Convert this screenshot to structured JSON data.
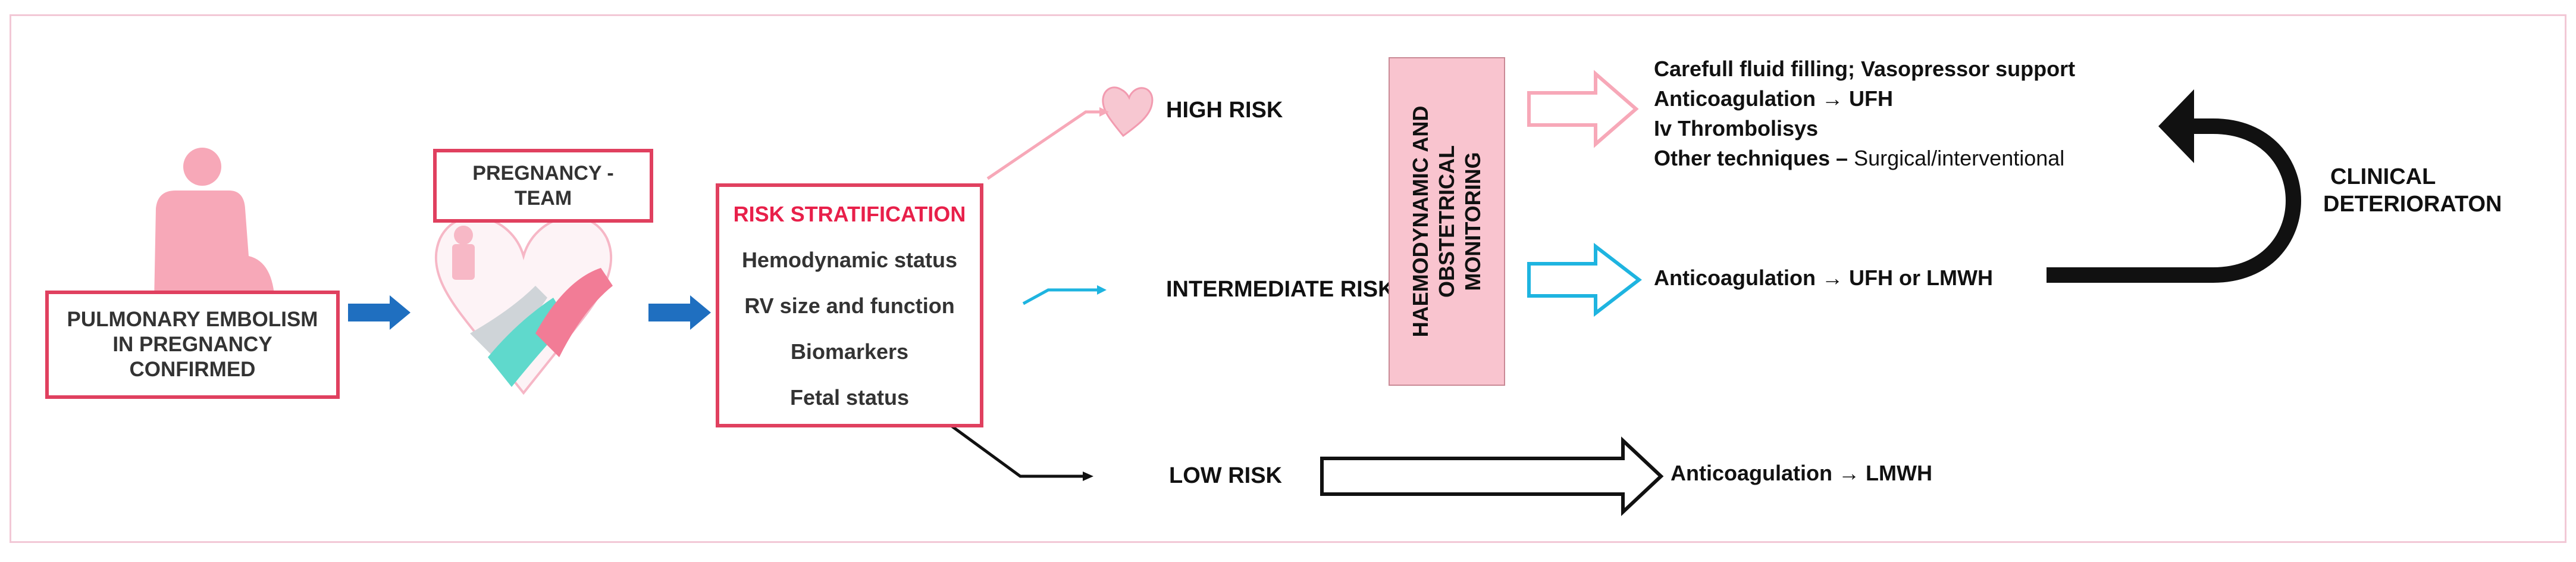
{
  "boxes": {
    "pe_confirmed": [
      "PULMONARY EMBOLISM",
      "IN PREGNANCY",
      "CONFIRMED"
    ],
    "team": [
      "PREGNANCY -",
      "TEAM"
    ],
    "risk": {
      "title": "RISK STRATIFICATION",
      "items": [
        "Hemodynamic status",
        "RV size and function",
        "Biomarkers",
        "Fetal status"
      ]
    }
  },
  "risk_levels": {
    "high": "HIGH RISK",
    "intermediate": "INTERMEDIATE RISK",
    "low": "LOW RISK"
  },
  "monitoring": [
    "HAEMODYNAMIC AND",
    "OBSTETRICAL",
    "MONITORING"
  ],
  "treatments": {
    "high": [
      {
        "bold": "Carefull fluid filling; Vasopressor support",
        "normal": ""
      },
      {
        "bold": "Anticoagulation → UFH",
        "normal": ""
      },
      {
        "bold": "Iv Thrombolisys",
        "normal": ""
      },
      {
        "bold": "Other techniques – ",
        "normal": "Surgical/interventional"
      }
    ],
    "intermediate": "Anticoagulation → UFH or LMWH",
    "low": "Anticoagulation →  LMWH"
  },
  "deterioration": [
    "CLINICAL",
    "DETERIORATON"
  ],
  "icons": [
    "pregnant-woman-icon",
    "heart-hands-icon",
    "heart-icon"
  ],
  "colors": {
    "box_border": "#e0405f",
    "risk_title": "#e8204a",
    "blue_arrow": "#1f6fc0",
    "cyan": "#1eb4e0",
    "pink": "#f7a8b8",
    "monitor_fill": "#f9c4cf"
  }
}
